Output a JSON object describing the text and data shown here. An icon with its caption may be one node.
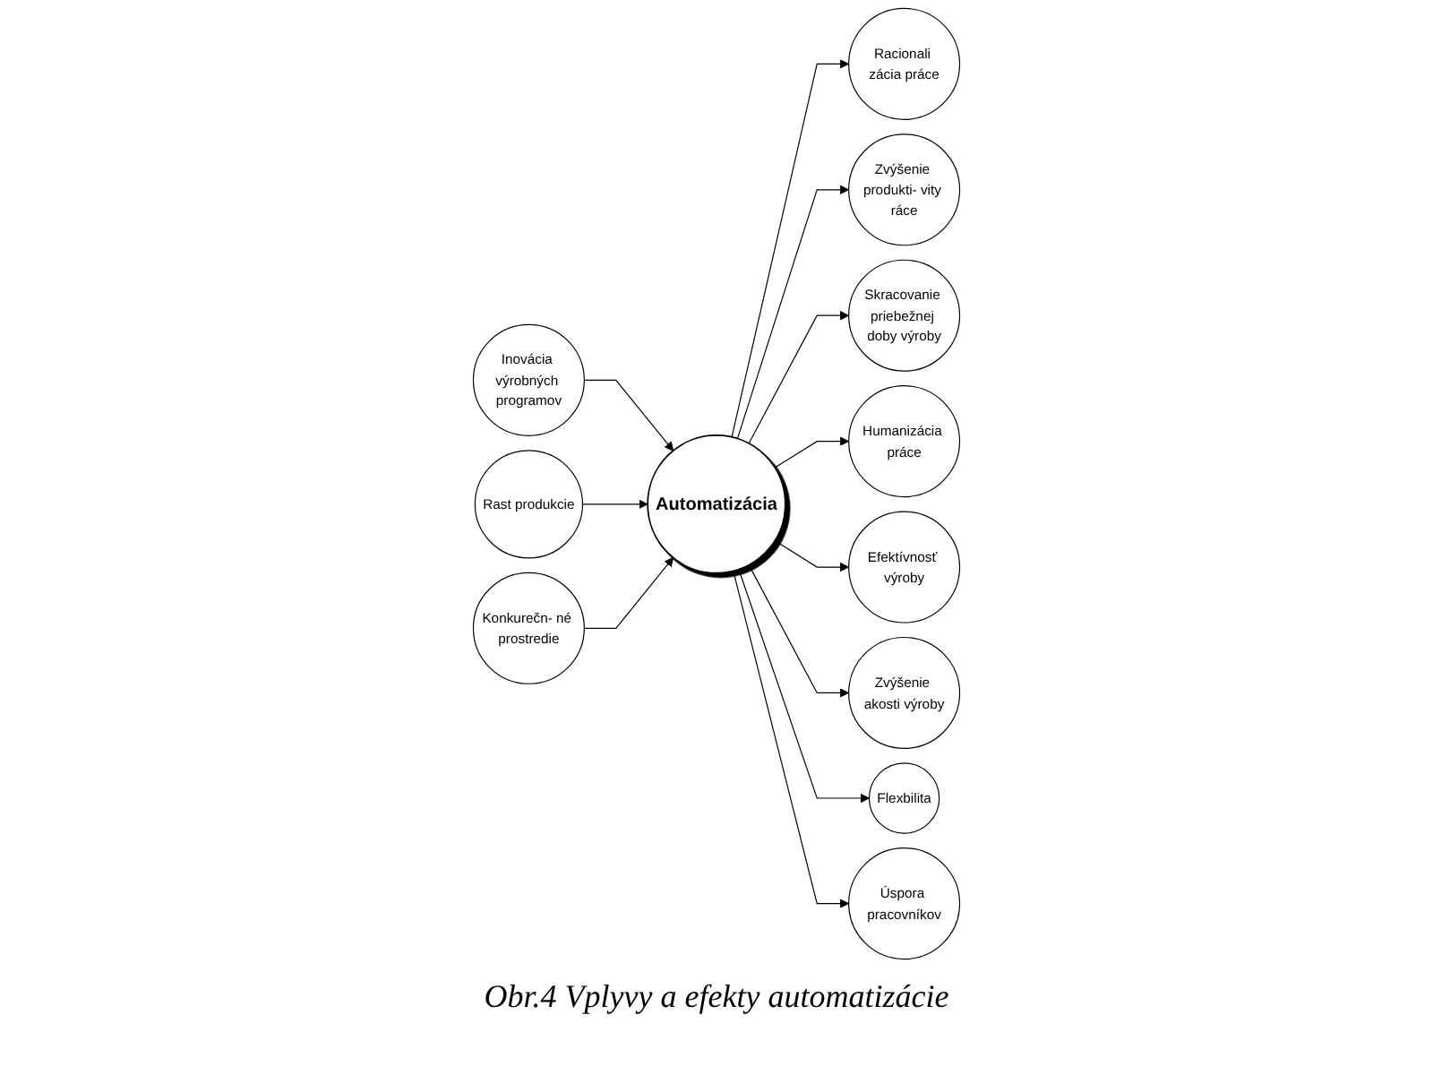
{
  "diagram": {
    "caption": "Obr.4 Vplyvy a efekty automatizácie",
    "nodes": [
      {
        "text": [
          "Automatizácia"
        ]
      },
      {
        "text": [
          "Inovácia výrobných programov"
        ]
      },
      {
        "text": [
          "Rast produkcie"
        ]
      },
      {
        "text": [
          "Konkurečn- né prostredie"
        ]
      },
      {
        "text": [
          "Racionali zácia práce"
        ]
      },
      {
        "text": [
          "Zvýšenie produkti- vity ráce"
        ]
      },
      {
        "text": [
          "Skracovanie priebežnej doby výroby"
        ]
      },
      {
        "text": [
          "Humanizácia práce"
        ]
      },
      {
        "text": [
          "Efektívnosť výroby"
        ]
      },
      {
        "text": [
          "Zvýšenie akosti výroby"
        ]
      },
      {
        "text": [
          "Flexbilita"
        ]
      },
      {
        "text": [
          "Úspora pracovníkov"
        ]
      }
    ],
    "edges": [
      {
        "from": 1,
        "to": 0,
        "arrow": "to"
      },
      {
        "from": 2,
        "to": 0,
        "arrow": "to"
      },
      {
        "from": 3,
        "to": 0,
        "arrow": "to"
      },
      {
        "from": 0,
        "to": 4,
        "arrow": "to"
      },
      {
        "from": 0,
        "to": 5,
        "arrow": "to"
      },
      {
        "from": 0,
        "to": 6,
        "arrow": "to"
      },
      {
        "from": 0,
        "to": 7,
        "arrow": "to"
      },
      {
        "from": 0,
        "to": 8,
        "arrow": "to"
      },
      {
        "from": 0,
        "to": 9,
        "arrow": "to"
      },
      {
        "from": 0,
        "to": 10,
        "arrow": "to"
      },
      {
        "from": 0,
        "to": 11,
        "arrow": "to"
      }
    ]
  }
}
